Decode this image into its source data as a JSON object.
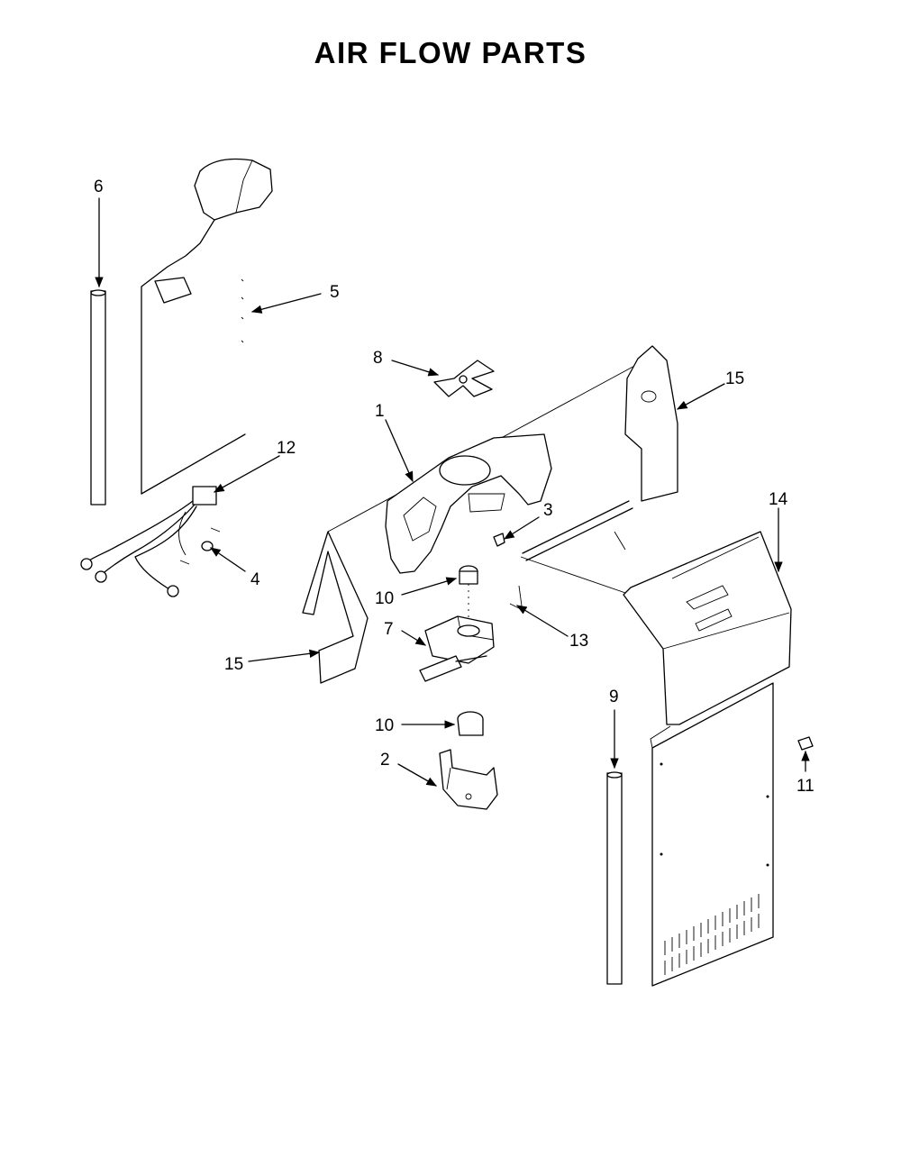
{
  "title": "AIR FLOW PARTS",
  "callouts": [
    "1",
    "2",
    "3",
    "4",
    "5",
    "6",
    "7",
    "8",
    "9",
    "10",
    "10",
    "11",
    "12",
    "13",
    "14",
    "15",
    "15"
  ],
  "colors": {
    "ink": "#000000",
    "paper": "#ffffff"
  }
}
